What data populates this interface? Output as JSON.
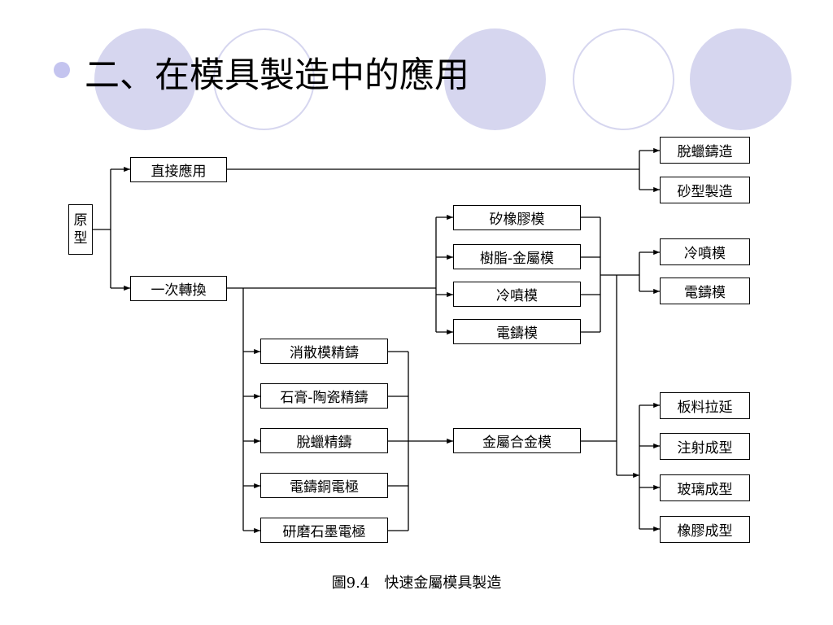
{
  "title": "二、在模具製造中的應用",
  "nodes": {
    "prototype_line1": "原",
    "prototype_line2": "型",
    "direct": "直接應用",
    "primary": "一次轉換",
    "lost_wax_out": "脫蠟鑄造",
    "sand_out": "砂型製造",
    "silicone": "矽橡膠模",
    "resin": "樹脂-金屬模",
    "cold_spray_mid": "冷噴模",
    "electroform_mid": "電鑄模",
    "cold_spray_out": "冷噴模",
    "electroform_out": "電鑄模",
    "evap": "消散模精鑄",
    "plaster": "石膏-陶瓷精鑄",
    "lost_wax_cast": "脫蠟精鑄",
    "electrode_cu": "電鑄銅電極",
    "electrode_graphite": "研磨石墨電極",
    "alloy": "金屬合金模",
    "sheet": "板料拉延",
    "injection": "注射成型",
    "glass": "玻璃成型",
    "rubber": "橡膠成型"
  },
  "caption": "圖9.4　快速金屬模具製造"
}
